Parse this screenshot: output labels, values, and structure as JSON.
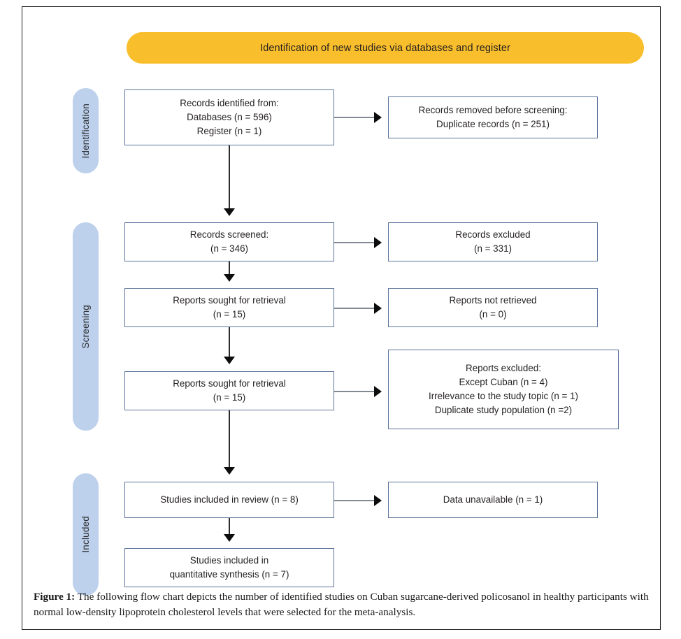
{
  "figure": {
    "caption_label": "Figure 1:",
    "caption_text": " The following flow chart depicts the number of identified studies on Cuban sugarcane-derived policosanol in healthy participants with normal low-density lipoprotein cholesterol levels that were selected for the meta-analysis."
  },
  "colors": {
    "banner": "#F9BE2B",
    "stage_pill": "#BDD0EC",
    "box_border": "#5B7399",
    "arrow": "#0D0D0D",
    "connector_line": "#808994",
    "frame": "#1A1A1A"
  },
  "header": {
    "banner_text": "Identification of new studies via databases and register"
  },
  "stages": [
    {
      "id": "identification",
      "label": "Identification"
    },
    {
      "id": "screening",
      "label": "Screening"
    },
    {
      "id": "included",
      "label": "Included"
    }
  ],
  "boxes": {
    "records_identified": {
      "line1": "Records identified from:",
      "line2": "Databases (n = 596)",
      "line3": "Register (n = 1)"
    },
    "records_removed": {
      "line1": "Records removed before screening:",
      "line2": "Duplicate records (n = 251)"
    },
    "records_screened": {
      "line1": "Records screened:",
      "line2": "(n = 346)"
    },
    "records_excluded": {
      "line1": "Records excluded",
      "line2": "(n = 331)"
    },
    "reports_sought_1": {
      "line1": "Reports sought for retrieval",
      "line2": "(n = 15)"
    },
    "reports_not_retrieved": {
      "line1": "Reports not retrieved",
      "line2": "(n = 0)"
    },
    "reports_sought_2": {
      "line1": "Reports sought for retrieval",
      "line2": "(n = 15)"
    },
    "reports_excluded": {
      "line1": "Reports excluded:",
      "line2": "Except Cuban (n = 4)",
      "line3": "Irrelevance to the study topic (n = 1)",
      "line4": "Duplicate study population (n =2)"
    },
    "studies_in_review": {
      "line1": "Studies included in review (n = 8)"
    },
    "data_unavailable": {
      "line1": "Data unavailable (n = 1)"
    },
    "studies_quantitative": {
      "line1": "Studies included in",
      "line2": "quantitative synthesis (n = 7)"
    }
  },
  "chart_data": {
    "type": "diagram",
    "title": "Identification of new studies via databases and register",
    "nodes": [
      {
        "stage": "Identification",
        "text": "Records identified from: Databases (n = 596) Register (n = 1)",
        "counts": {
          "databases": 596,
          "register": 1
        }
      },
      {
        "stage": "Identification",
        "text": "Records removed before screening: Duplicate records (n = 251)",
        "counts": {
          "duplicate_records": 251
        }
      },
      {
        "stage": "Screening",
        "text": "Records screened: (n = 346)",
        "counts": {
          "n": 346
        }
      },
      {
        "stage": "Screening",
        "text": "Records excluded (n = 331)",
        "counts": {
          "n": 331
        }
      },
      {
        "stage": "Screening",
        "text": "Reports sought for retrieval (n = 15)",
        "counts": {
          "n": 15
        }
      },
      {
        "stage": "Screening",
        "text": "Reports not retrieved (n = 0)",
        "counts": {
          "n": 0
        }
      },
      {
        "stage": "Screening",
        "text": "Reports sought for retrieval (n = 15)",
        "counts": {
          "n": 15
        }
      },
      {
        "stage": "Screening",
        "text": "Reports excluded: Except Cuban (n = 4) Irrelevance to the study topic (n = 1) Duplicate study population (n = 2)",
        "counts": {
          "except_cuban": 4,
          "irrelevance": 1,
          "duplicate_population": 2
        }
      },
      {
        "stage": "Included",
        "text": "Studies included in review (n = 8)",
        "counts": {
          "n": 8
        }
      },
      {
        "stage": "Included",
        "text": "Data unavailable (n = 1)",
        "counts": {
          "n": 1
        }
      },
      {
        "stage": "Included",
        "text": "Studies included in quantitative synthesis (n = 7)",
        "counts": {
          "n": 7
        }
      }
    ]
  }
}
